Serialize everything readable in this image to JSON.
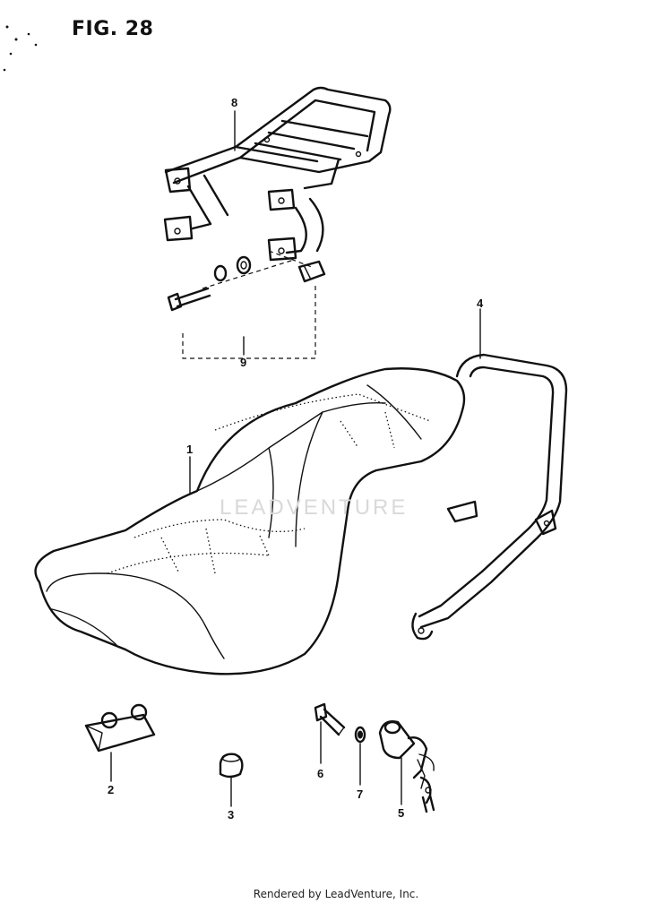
{
  "figure": {
    "title": "FIG. 28",
    "footer": "Rendered by LeadVenture, Inc.",
    "watermark": "LEADVENTURE"
  },
  "callouts": [
    {
      "id": "1",
      "part": "seat"
    },
    {
      "id": "2",
      "part": "bumper"
    },
    {
      "id": "3",
      "part": "cushion"
    },
    {
      "id": "4",
      "part": "grab-rail"
    },
    {
      "id": "5",
      "part": "seat-lock"
    },
    {
      "id": "6",
      "part": "bolt"
    },
    {
      "id": "7",
      "part": "washer"
    },
    {
      "id": "8",
      "part": "carrier-rack"
    },
    {
      "id": "9",
      "part": "mounting-set"
    }
  ]
}
